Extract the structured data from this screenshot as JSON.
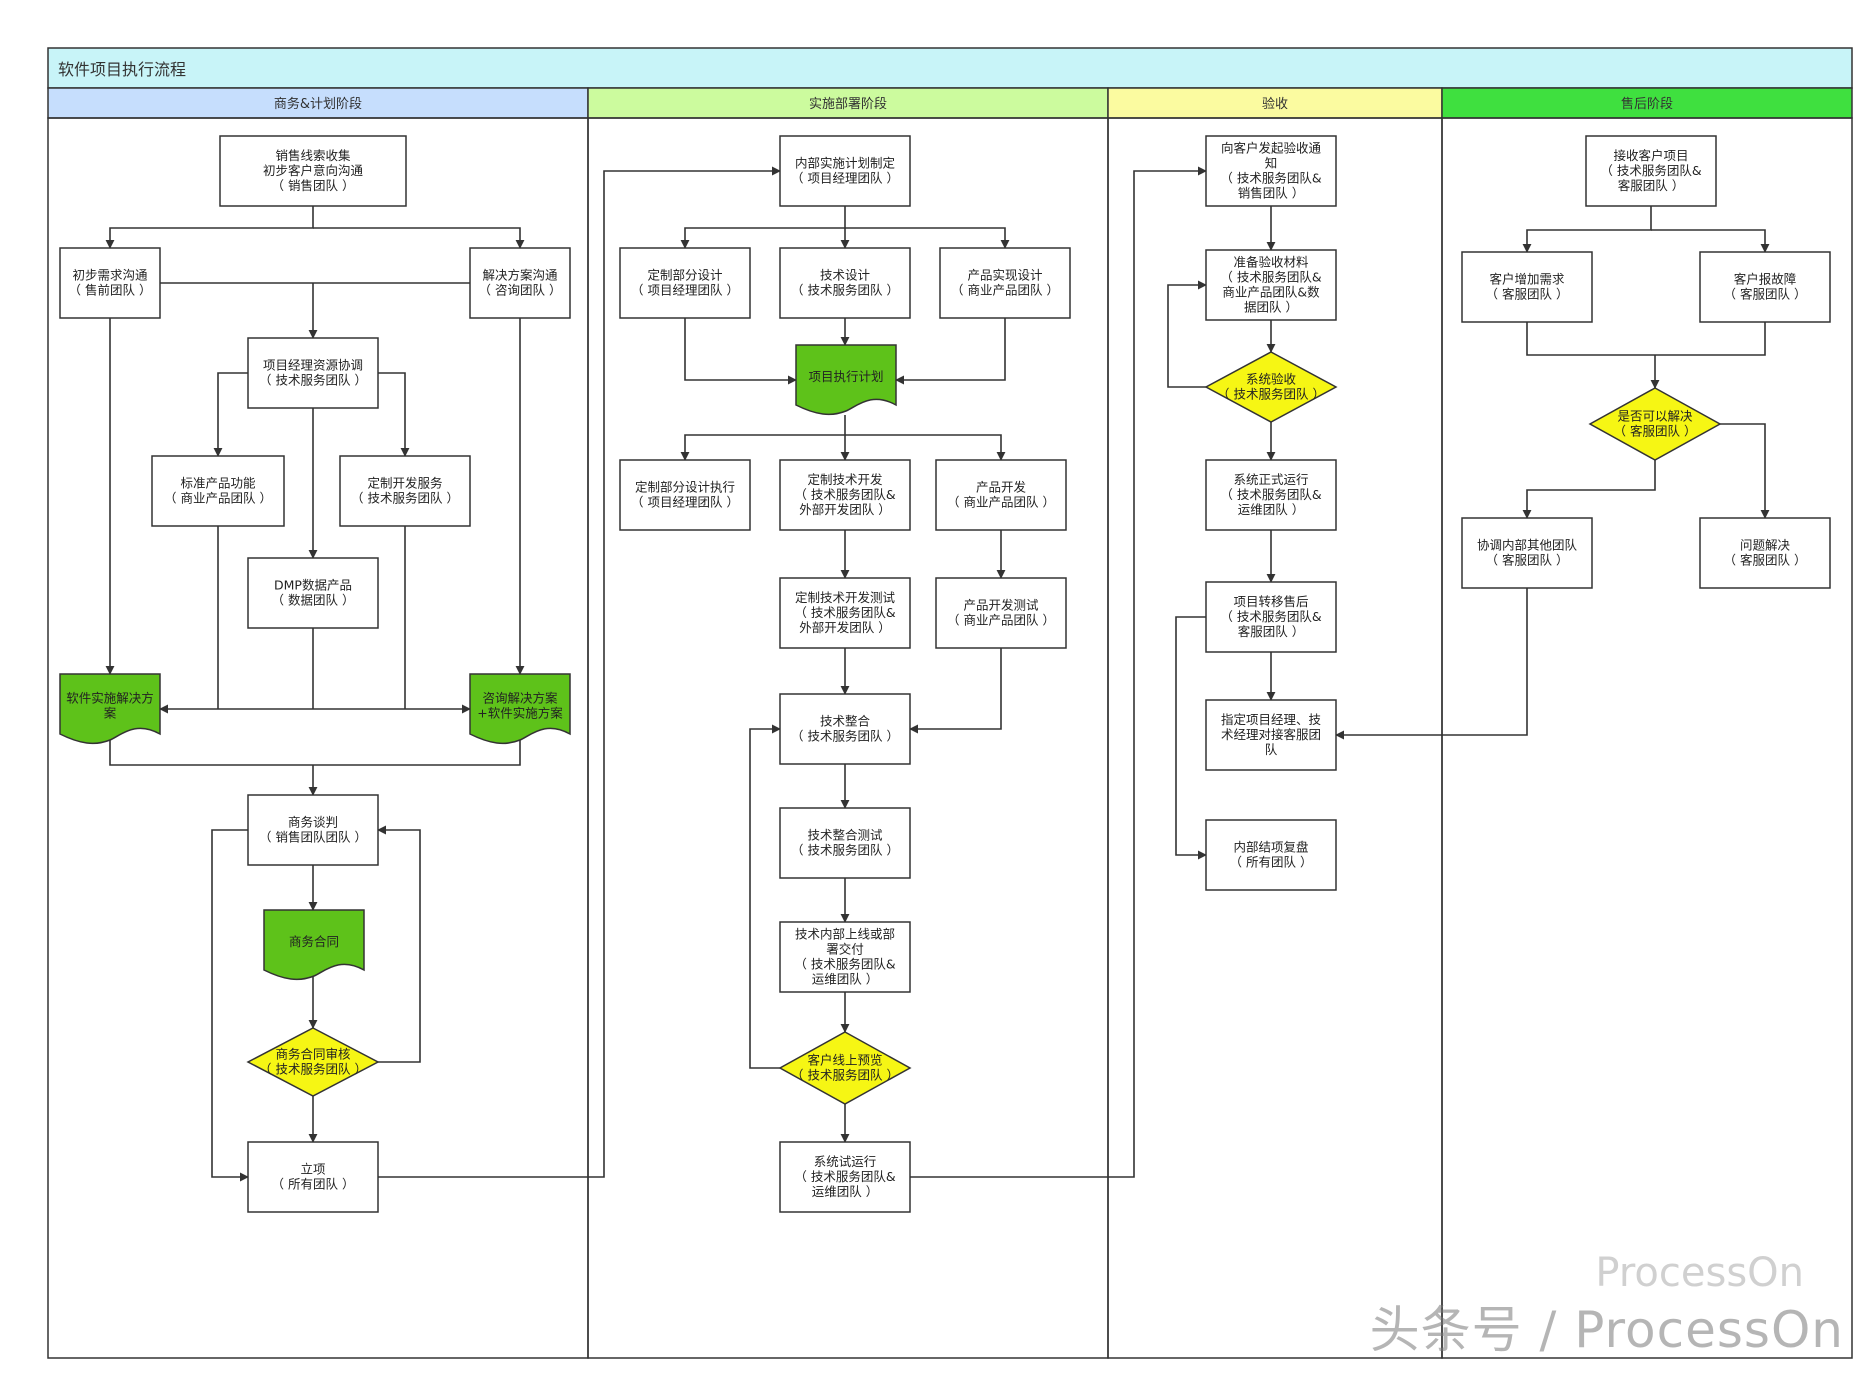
{
  "title": "软件项目执行流程",
  "lanes": [
    "商务&计划阶段",
    "实施部署阶段",
    "验收",
    "售后阶段"
  ],
  "colors": {
    "title_bg": "#c8f4f8",
    "lane1": "#c6defd",
    "lane2": "#ccfb9e",
    "lane3": "#fbfba0",
    "lane4": "#3fe03f",
    "doc_green": "#5ec21a",
    "diamond_yellow": "#f6f614"
  },
  "nodes": {
    "sales_lead": [
      "销售线索收集",
      "初步客户意向沟通",
      "（ 销售团队 ）"
    ],
    "initial_req": [
      "初步需求沟通",
      "（ 售前团队 ）"
    ],
    "solution_comm": [
      "解决方案沟通",
      "（ 咨询团队 ）"
    ],
    "pm_coord": [
      "项目经理资源协调",
      "（ 技术服务团队 ）"
    ],
    "std_product": [
      "标准产品功能",
      "（ 商业产品团队 ）"
    ],
    "custom_dev_svc": [
      "定制开发服务",
      "（ 技术服务团队 ）"
    ],
    "dmp": [
      "DMP数据产品",
      "（ 数据团队 ）"
    ],
    "sw_solution": [
      "软件实施解决方",
      "案"
    ],
    "consult_solution": [
      "咨询解决方案",
      "+软件实施方案"
    ],
    "biz_negotiation": [
      "商务谈判",
      "（ 销售团队团队 ）"
    ],
    "biz_contract": [
      "商务合同"
    ],
    "contract_review": [
      "商务合同审核",
      "（ 技术服务团队 ）"
    ],
    "project_setup": [
      "立项",
      "（ 所有团队 ）"
    ],
    "internal_plan": [
      "内部实施计划制定",
      "（ 项目经理团队 ）"
    ],
    "custom_design": [
      "定制部分设计",
      "（ 项目经理团队 ）"
    ],
    "tech_design": [
      "技术设计",
      "（ 技术服务团队 ）"
    ],
    "product_design": [
      "产品实现设计",
      "（ 商业产品团队 ）"
    ],
    "exec_plan": [
      "项目执行计划"
    ],
    "custom_exec": [
      "定制部分设计执行",
      "（ 项目经理团队 ）"
    ],
    "custom_tech_dev": [
      "定制技术开发",
      "（ 技术服务团队&",
      "外部开发团队 ）"
    ],
    "product_dev": [
      "产品开发",
      "（ 商业产品团队 ）"
    ],
    "custom_dev_test": [
      "定制技术开发测试",
      "（ 技术服务团队&",
      "外部开发团队 ）"
    ],
    "product_test": [
      "产品开发测试",
      "（ 商业产品团队 ）"
    ],
    "tech_integration": [
      "技术整合",
      "（ 技术服务团队 ）"
    ],
    "integration_test": [
      "技术整合测试",
      "（ 技术服务团队 ）"
    ],
    "internal_deploy": [
      "技术内部上线或部",
      "署交付",
      "（ 技术服务团队&",
      "运维团队 ）"
    ],
    "customer_preview": [
      "客户线上预览",
      "（ 技术服务团队 ）"
    ],
    "trial_run": [
      "系统试运行",
      "（ 技术服务团队&",
      "运维团队 ）"
    ],
    "accept_notice": [
      "向客户发起验收通",
      "知",
      "（ 技术服务团队&",
      "销售团队 ）"
    ],
    "accept_material": [
      "准备验收材料",
      "（ 技术服务团队&",
      "商业产品团队&数",
      "据团队 ）"
    ],
    "sys_acceptance": [
      "系统验收",
      "（ 技术服务团队 ）"
    ],
    "formal_run": [
      "系统正式运行",
      "（ 技术服务团队&",
      "运维团队 ）"
    ],
    "transfer_aftersale": [
      "项目转移售后",
      "（ 技术服务团队&",
      "客服团队 ）"
    ],
    "assign_pm": [
      "指定项目经理、技",
      "术经理对接客服团",
      "队"
    ],
    "internal_review": [
      "内部结项复盘",
      "（ 所有团队 ）"
    ],
    "receive_project": [
      "接收客户项目",
      "（ 技术服务团队&",
      "客服团队 ）"
    ],
    "customer_add_req": [
      "客户增加需求",
      "（ 客服团队 ）"
    ],
    "customer_fault": [
      "客户报故障",
      "（ 客服团队 ）"
    ],
    "can_resolve": [
      "是否可以解决",
      "（ 客服团队 ）"
    ],
    "coord_teams": [
      "协调内部其他团队",
      "（ 客服团队 ）"
    ],
    "issue_resolved": [
      "问题解决",
      "（ 客服团队 ）"
    ]
  },
  "watermark": {
    "line1": "ProcessOn",
    "line2": "头条号 / ProcessOn"
  }
}
